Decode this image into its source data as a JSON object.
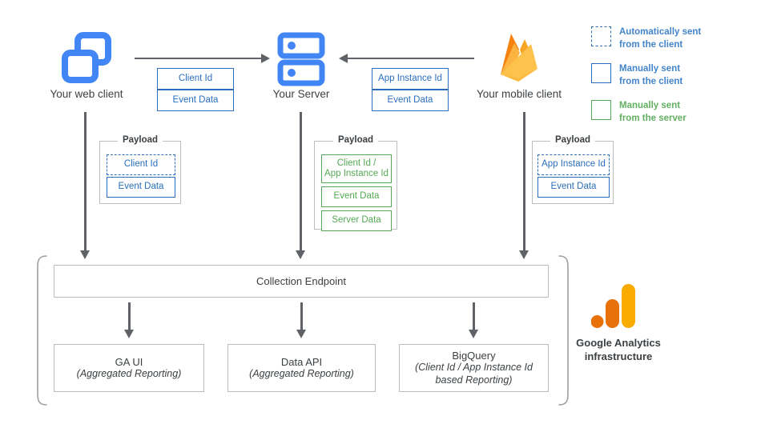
{
  "nodes": {
    "web_client": {
      "label": "Your web client",
      "icon": "browser-windows-icon"
    },
    "server": {
      "label": "Your Server",
      "icon": "server-racks-icon"
    },
    "mobile_client": {
      "label": "Your mobile client",
      "icon": "firebase-flame-icon"
    }
  },
  "transfers": {
    "web_to_server": {
      "chips": [
        "Client Id",
        "Event Data"
      ]
    },
    "mobile_to_server": {
      "chips": [
        "App Instance Id",
        "Event Data"
      ]
    }
  },
  "payloads": {
    "title": "Payload",
    "web": {
      "title": "Payload",
      "items": [
        {
          "label": "Client Id",
          "style": "blue-dashed"
        },
        {
          "label": "Event Data",
          "style": "blue"
        }
      ]
    },
    "server": {
      "title": "Payload",
      "items": [
        {
          "label": "Client Id /\nApp Instance Id",
          "style": "green"
        },
        {
          "label": "Event Data",
          "style": "green"
        },
        {
          "label": "Server Data",
          "style": "green"
        }
      ]
    },
    "mobile": {
      "title": "Payload",
      "items": [
        {
          "label": "App Instance Id",
          "style": "blue-dashed"
        },
        {
          "label": "Event Data",
          "style": "blue"
        }
      ]
    }
  },
  "collection_endpoint": {
    "label": "Collection Endpoint"
  },
  "outputs": [
    {
      "title": "GA UI",
      "subtitle": "(Aggregated Reporting)"
    },
    {
      "title": "Data API",
      "subtitle": "(Aggregated Reporting)"
    },
    {
      "title": "BigQuery",
      "subtitle": "(Client Id / App Instance Id\nbased Reporting)"
    }
  ],
  "infrastructure": {
    "label": "Google Analytics\ninfrastructure",
    "logo": "google-analytics-logo"
  },
  "legend": {
    "items": [
      {
        "swatch": "dashed",
        "color_class": "blue",
        "text": "Automatically sent\nfrom the client"
      },
      {
        "swatch": "solid-blue",
        "color_class": "blue",
        "text": "Manually sent\nfrom the client"
      },
      {
        "swatch": "solid-green",
        "color_class": "green",
        "text": "Manually sent\nfrom the server"
      }
    ]
  },
  "colors": {
    "blue": "#2a6ebb",
    "icon_blue": "#4285f4",
    "green": "#55a855",
    "legend_blue": "#4484c9",
    "legend_green": "#62b162",
    "gray_arrow": "#5f6368",
    "gray_border": "#bdbdbd",
    "ga_orange_dark": "#e8710a",
    "ga_orange_light": "#f9ab00",
    "firebase_yellow": "#ffc24a",
    "firebase_orange": "#f4bd62",
    "firebase_amber": "#f6820d"
  }
}
